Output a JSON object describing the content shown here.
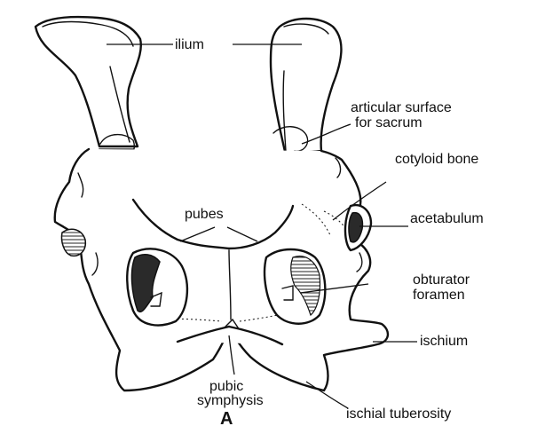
{
  "figure": {
    "letter": "A",
    "labels": {
      "ilium": "ilium",
      "articular_surface_1": "articular surface",
      "articular_surface_2": "for sacrum",
      "cotyloid_bone": "cotyloid bone",
      "pubes": "pubes",
      "acetabulum": "acetabulum",
      "obturator_1": "obturator",
      "obturator_2": "foramen",
      "ischium": "ischium",
      "pubic_1": "pubic",
      "pubic_2": "symphysis",
      "ischial_tuberosity": "ischial tuberosity"
    }
  }
}
